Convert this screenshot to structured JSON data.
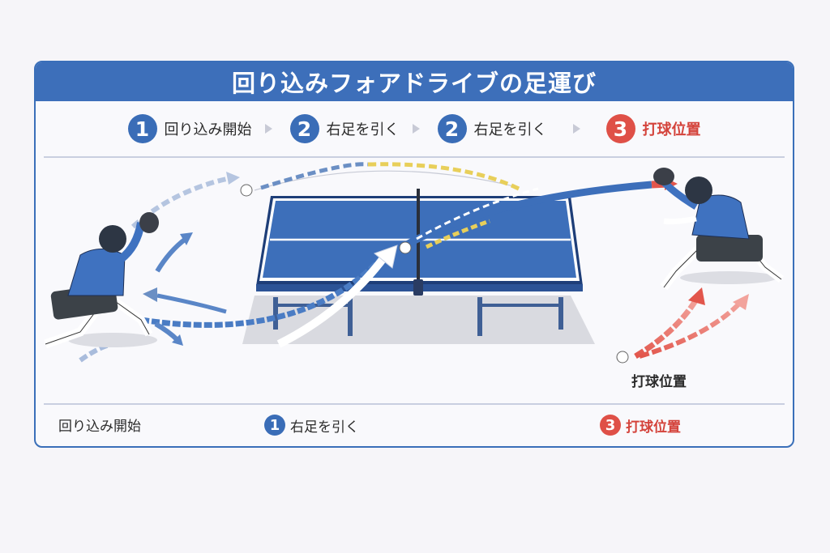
{
  "title": "回り込みフォアドライブの足運び",
  "steps": [
    {
      "number": "1",
      "label": "回り込み開始",
      "color": "#3a6db7"
    },
    {
      "number": "2",
      "label": "右足を引く",
      "color": "#3a6db7"
    },
    {
      "number": "2",
      "label": "右足を引く",
      "color": "#3a6db7"
    },
    {
      "number": "3",
      "label": "打球位置",
      "color": "#df5047"
    }
  ],
  "scene": {
    "hit_position_label": "打球位置",
    "left_player": "player-backhand-stance",
    "right_player": "player-forehand-lunge",
    "table_color": "#3d6fba",
    "arrow_colors": {
      "footwork": "#4a7cc4",
      "ball_path_alt": "#e8cf5a",
      "hit": "#e2564c"
    }
  },
  "bottom_labels": [
    {
      "number": "",
      "label": "回り込み開始"
    },
    {
      "number": "1",
      "label": "右足を引く",
      "color": "#3a6db7"
    },
    {
      "number": "3",
      "label": "打球位置",
      "color": "#df5047"
    }
  ]
}
